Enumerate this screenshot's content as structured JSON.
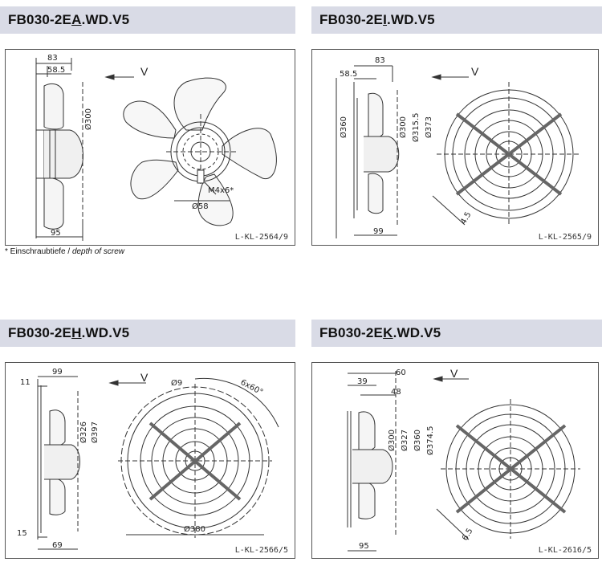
{
  "panels": [
    {
      "title_pre": "FB030-2E",
      "title_u": "A",
      "title_post": ".WD.V5",
      "code": "L-KL-2564/9",
      "dims": {
        "d1": "83",
        "d2": "58.5",
        "d3": "Ø300",
        "d4": "95",
        "d5": "M4x6*",
        "d6": "Ø58",
        "v": "V"
      }
    },
    {
      "title_pre": "FB030-2E",
      "title_u": "I",
      "title_post": ".WD.V5",
      "code": "L-KL-2565/9",
      "dims": {
        "d1": "83",
        "d2": "58.5",
        "d3": "Ø360",
        "d4": "Ø300",
        "d5": "Ø315.5",
        "d6": "Ø373",
        "d7": "99",
        "d8": "4.5",
        "v": "V"
      }
    },
    {
      "title_pre": "FB030-2E",
      "title_u": "H",
      "title_post": ".WD.V5",
      "code": "L-KL-2566/5",
      "dims": {
        "d1": "99",
        "d2": "11",
        "d3": "Ø326",
        "d4": "Ø397",
        "d5": "15",
        "d6": "69",
        "d7": "Ø9",
        "d8": "6x60°",
        "d9": "Ø380",
        "v": "V"
      }
    },
    {
      "title_pre": "FB030-2E",
      "title_u": "K",
      "title_post": ".WD.V5",
      "code": "L-KL-2616/5",
      "dims": {
        "d1": "60",
        "d2": "39",
        "d3": "48",
        "d4": "Ø300",
        "d5": "Ø327",
        "d6": "Ø360",
        "d7": "Ø374.5",
        "d8": "95",
        "d9": "6.5",
        "v": "V"
      }
    }
  ],
  "note": {
    "prefix": "* Einschraubtiefe / ",
    "italic": "depth of screw"
  }
}
